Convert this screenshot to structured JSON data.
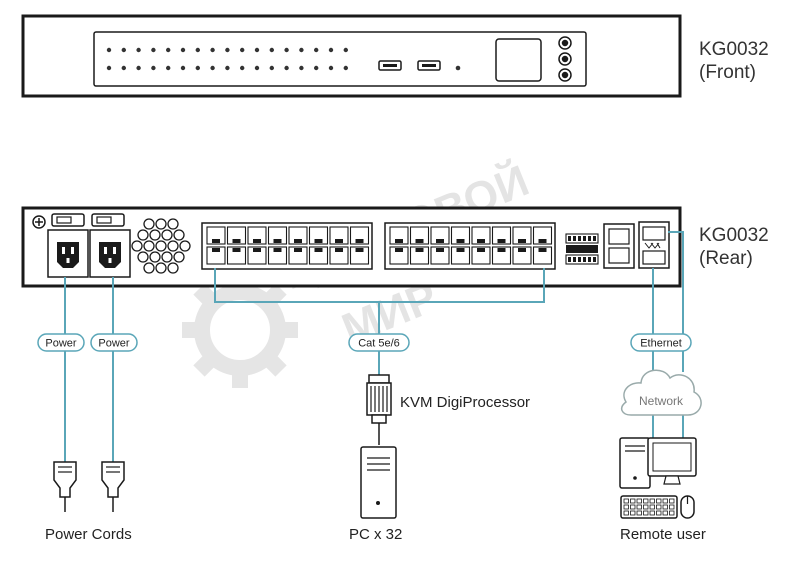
{
  "front_unit": {
    "model": "KG0032",
    "view": "(Front)"
  },
  "rear_unit": {
    "model": "KG0032",
    "view": "(Rear)"
  },
  "connections": {
    "power_1": "Power",
    "power_2": "Power",
    "cat": "Cat 5e/6",
    "ethernet": "Ethernet",
    "network": "Network"
  },
  "devices": {
    "kvm": "KVM DigiProcessor",
    "power_cords": "Power Cords",
    "pc": "PC x 32",
    "remote_user": "Remote user"
  },
  "watermark": {
    "line1": "ЦИФРОВОЙ",
    "line2": "МИР"
  },
  "colors": {
    "cable": "#5aa6b8",
    "outline": "#1a1a1a",
    "watermark": "#d6d6d6"
  }
}
